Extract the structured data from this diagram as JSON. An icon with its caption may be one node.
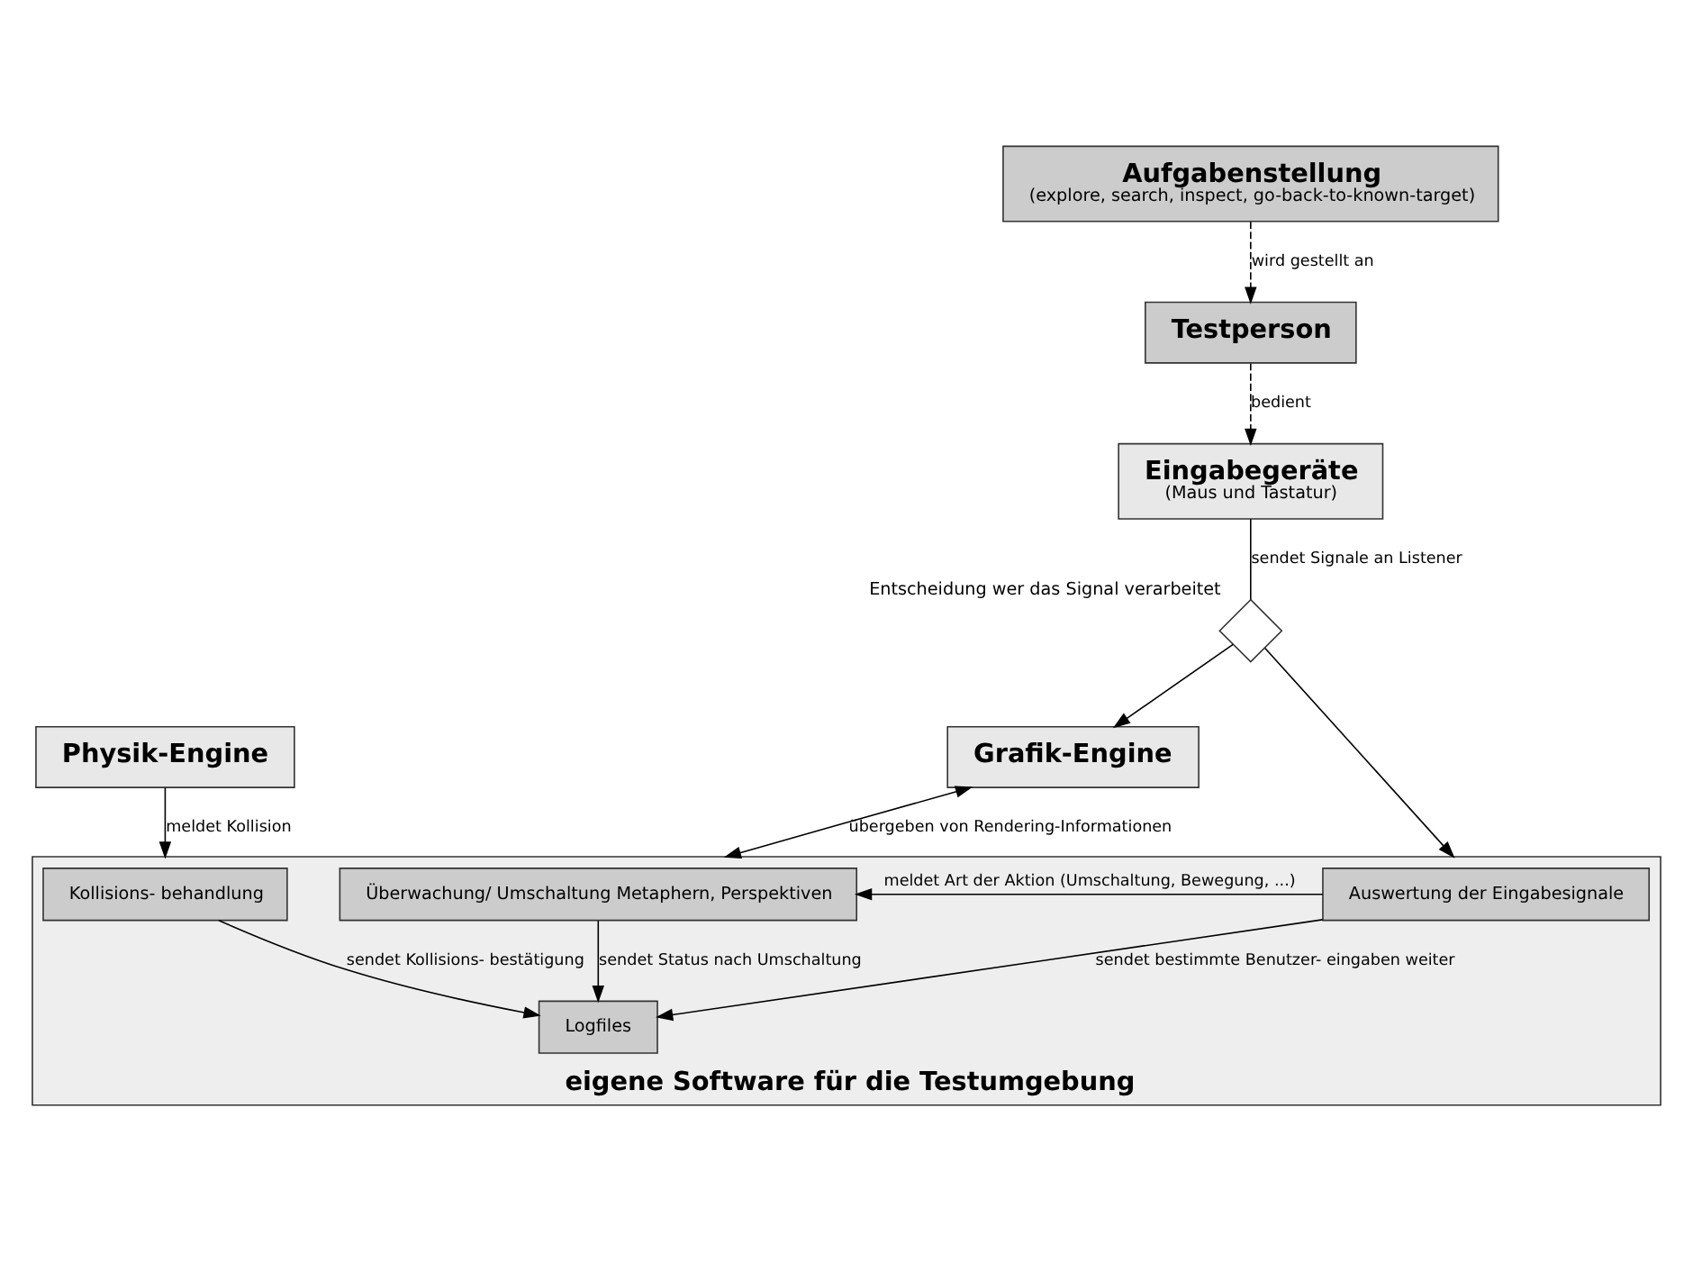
{
  "diagram": {
    "nodes": [
      {
        "text": [
          "Physik-Engine"
        ]
      },
      {
        "text": [
          "Eingabegeräte",
          "(Maus und Tastatur)"
        ]
      },
      {
        "text": [
          "Grafik-Engine"
        ]
      },
      {
        "text": [],
        "shape": "diamond",
        "beside": [
          "Entscheidung wer das Signal verarbeitet"
        ]
      },
      {
        "text": [
          "eigene Software für die Testumgebung"
        ]
      },
      {
        "text": [
          "Kollisions- behandlung"
        ],
        "in": 4
      },
      {
        "text": [
          "Überwachung/ Umschaltung Metaphern, Perspektiven"
        ],
        "in": 4
      },
      {
        "text": [
          "Auswertung der Eingabesignale"
        ],
        "in": 4
      },
      {
        "text": [
          "Logfiles"
        ],
        "in": 4
      },
      {
        "text": [
          "Testperson"
        ]
      },
      {
        "text": [
          "Aufgabenstellung",
          "(explore, search, inspect, go-back-to-known-target)"
        ]
      }
    ],
    "edges": [
      {
        "from": 0,
        "to": 4,
        "arrow": "to",
        "label": "meldet Kollision"
      },
      {
        "from": 1,
        "to": 3,
        "arrow": "none",
        "label": "sendet Signale an Listener"
      },
      {
        "from": 3,
        "to": 2,
        "arrow": "to"
      },
      {
        "from": 2,
        "to": 4,
        "arrow": "both",
        "label": "übergeben von Rendering-Informationen"
      },
      {
        "from": 3,
        "to": 4,
        "arrow": "to"
      },
      {
        "from": 7,
        "to": 6,
        "arrow": "to",
        "label": "meldet Art der Aktion (Umschaltung, Bewegung, ...)"
      },
      {
        "from": 5,
        "to": 8,
        "arrow": "to",
        "label": "sendet Kollisions- bestätigung"
      },
      {
        "from": 6,
        "to": 8,
        "arrow": "to",
        "label": "sendet Status nach Umschaltung"
      },
      {
        "from": 7,
        "to": 8,
        "arrow": "to",
        "label": "sendet bestimmte Benutzer- eingaben weiter"
      },
      {
        "from": 9,
        "to": 1,
        "arrow": "to",
        "label": "bedient",
        "style": "dashed"
      },
      {
        "from": 10,
        "to": 9,
        "arrow": "to",
        "label": "wird gestellt an",
        "style": "dashed"
      }
    ]
  }
}
